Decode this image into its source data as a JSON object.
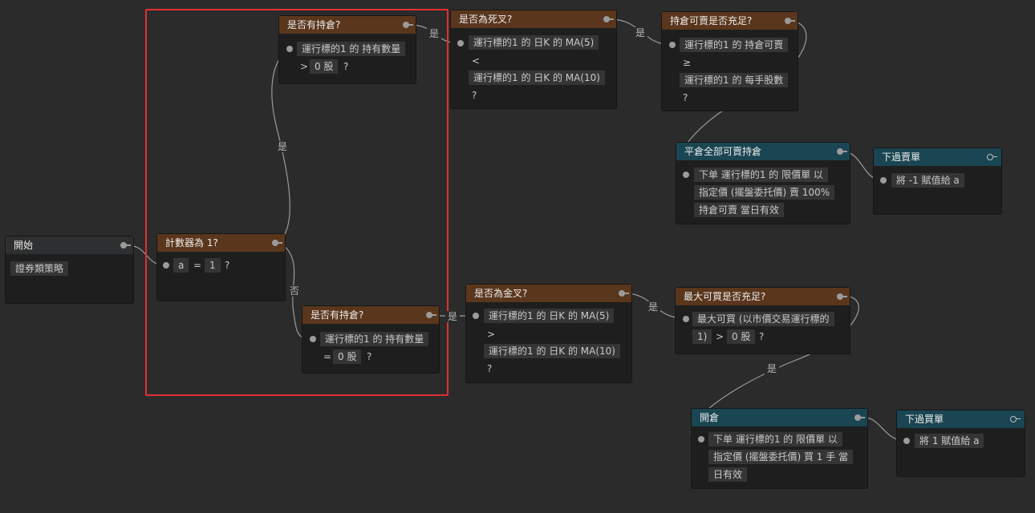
{
  "colors": {
    "background": "#2b2b2b",
    "condition_header": "#5a361c",
    "action_header": "#1a4552",
    "start_header": "#2e2f31",
    "wire": "#9b9b9b",
    "highlight": "#e03131"
  },
  "labels": {
    "yes": "是",
    "no": "否"
  },
  "nodes": {
    "start": {
      "title": "開始",
      "chip": "證券類策略"
    },
    "counter": {
      "title": "計數器為 1?",
      "var": "a",
      "op": "=",
      "val": "1",
      "q": "?"
    },
    "has_pos_top": {
      "title": "是否有持倉?",
      "chip1": "運行標的1 的 持有數量",
      "op": ">",
      "val": "0 股",
      "q": "?"
    },
    "has_pos_bottom": {
      "title": "是否有持倉?",
      "chip1": "運行標的1 的 持有數量",
      "op": "=",
      "val": "0 股",
      "q": "?"
    },
    "dead_cross": {
      "title": "是否為死叉?",
      "chip1": "運行標的1 的 日K 的 MA(5)",
      "op": "<",
      "chip2": "運行標的1 的 日K 的 MA(10)",
      "q": "?"
    },
    "golden_cross": {
      "title": "是否為金叉?",
      "chip1": "運行標的1 的 日K 的 MA(5)",
      "op": ">",
      "chip2": "運行標的1 的 日K 的 MA(10)",
      "q": "?"
    },
    "sellable": {
      "title": "持倉可賣是否充足?",
      "chip1": "運行標的1 的 持倉可賣",
      "op": "≥",
      "chip2": "運行標的1 的 每手股數",
      "q": "?"
    },
    "buyable": {
      "title": "最大可買是否充足?",
      "chip1": "最大可買 (以市價交易運行標的",
      "chip2": "1)",
      "op": ">",
      "val": "0 股",
      "q": "?"
    },
    "close_all": {
      "title": "平倉全部可賣持倉",
      "line1": "下单 運行標的1 的 限價單 以",
      "line2": "指定價 (擺盤委托價) 賣 100%",
      "line3": "持倉可賣 當日有效"
    },
    "open_pos": {
      "title": "開倉",
      "line1": "下单 運行標的1 的 限價單 以",
      "line2": "指定價 (擺盤委托價) 買 1 手 當",
      "line3": "日有效"
    },
    "sell_done": {
      "title": "下過賣單",
      "chip": "將 -1 賦值給 a"
    },
    "buy_done": {
      "title": "下過買單",
      "chip": "將 1 賦值給 a"
    }
  }
}
